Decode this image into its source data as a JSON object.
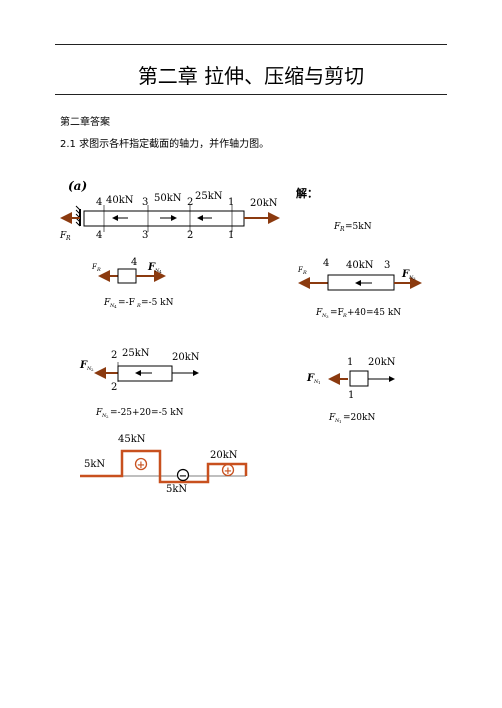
{
  "header": {
    "chapter_title": "第二章  拉伸、压缩与剪切"
  },
  "section": {
    "heading": "第二章答案"
  },
  "problem": {
    "text": "2.1  求图示各杆指定截面的轴力，并作轴力图。"
  },
  "figure_a": {
    "label": "(a)",
    "sec": [
      "4",
      "3",
      "2",
      "1"
    ],
    "loads": [
      "40kN",
      "50kN",
      "25kN",
      "20kN"
    ],
    "support_force": "F",
    "support_sub": "R"
  },
  "solution": {
    "label": "解：",
    "fr_eq": "=5kN",
    "f": "F",
    "n": "N",
    "r": "R",
    "s1": "1",
    "s2": "2",
    "s3": "3",
    "s4": "4",
    "fbd4": {
      "cut": "4",
      "eq_left": "=-F",
      "eq_right": "=-5 kN"
    },
    "fbd3": {
      "cut": [
        "4",
        "3"
      ],
      "load": "40kN",
      "eq_left": "=F",
      "eq_right": "+40=45 kN"
    },
    "fbd2": {
      "cut": "2",
      "loads": [
        "25kN",
        "20kN"
      ],
      "eq": "=-25+20=-5 kN"
    },
    "fbd1": {
      "cut": "1",
      "load": "20kN",
      "eq": "=20kN"
    }
  },
  "axial_diagram": {
    "values": [
      "45kN",
      "5kN",
      "5kN",
      "20kN"
    ],
    "signs": [
      "+",
      "−",
      "+"
    ]
  }
}
